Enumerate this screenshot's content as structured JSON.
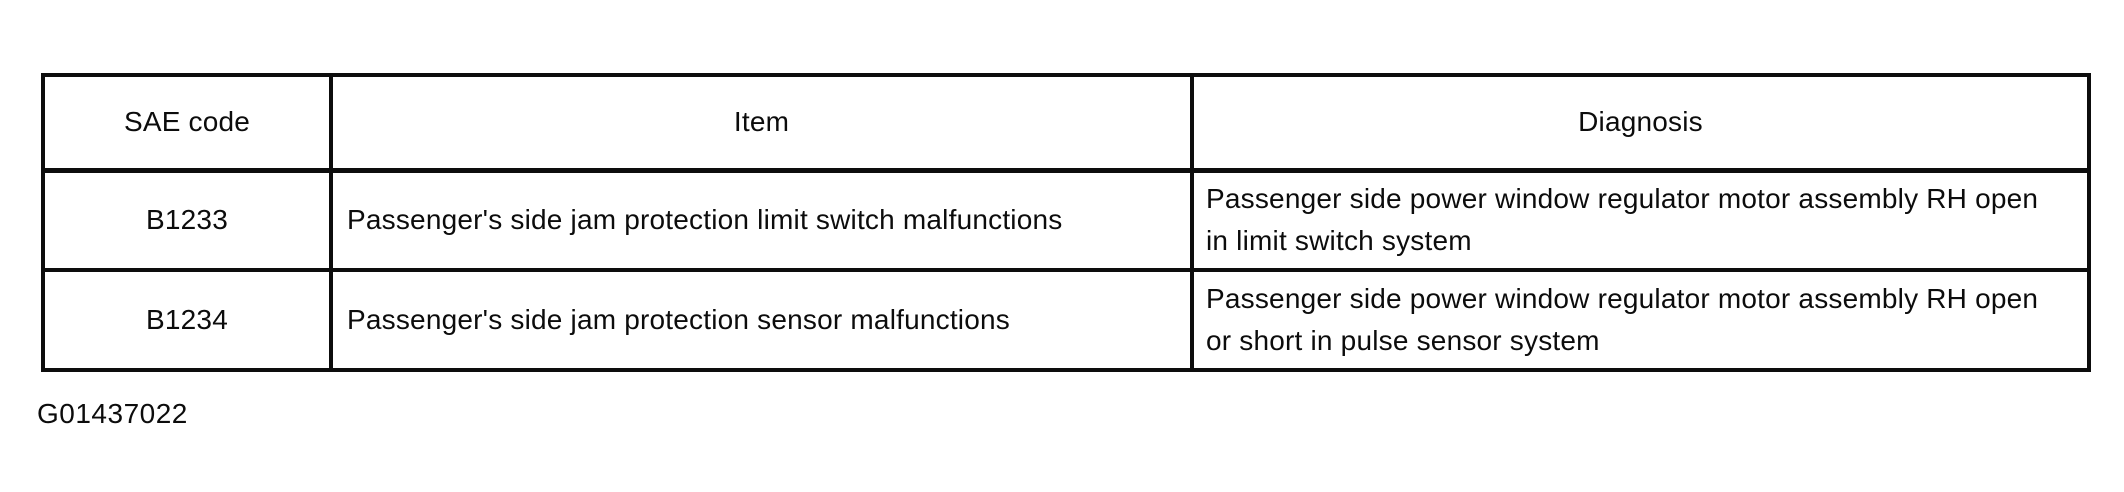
{
  "colors": {
    "ink": "#0c0c0c",
    "background": "#ffffff"
  },
  "table": {
    "headers": [
      "SAE code",
      "Item",
      "Diagnosis"
    ],
    "rows": [
      {
        "sae_code": "B1233",
        "item": "Passenger's side jam protection limit switch malfunctions",
        "diagnosis": "Passenger side power window regulator motor assembly RH open in limit switch system"
      },
      {
        "sae_code": "B1234",
        "item": "Passenger's side jam protection sensor malfunctions",
        "diagnosis": "Passenger side power window regulator motor assembly RH open or short in pulse sensor system"
      }
    ]
  },
  "caption": {
    "figure_id": "G01437022"
  }
}
